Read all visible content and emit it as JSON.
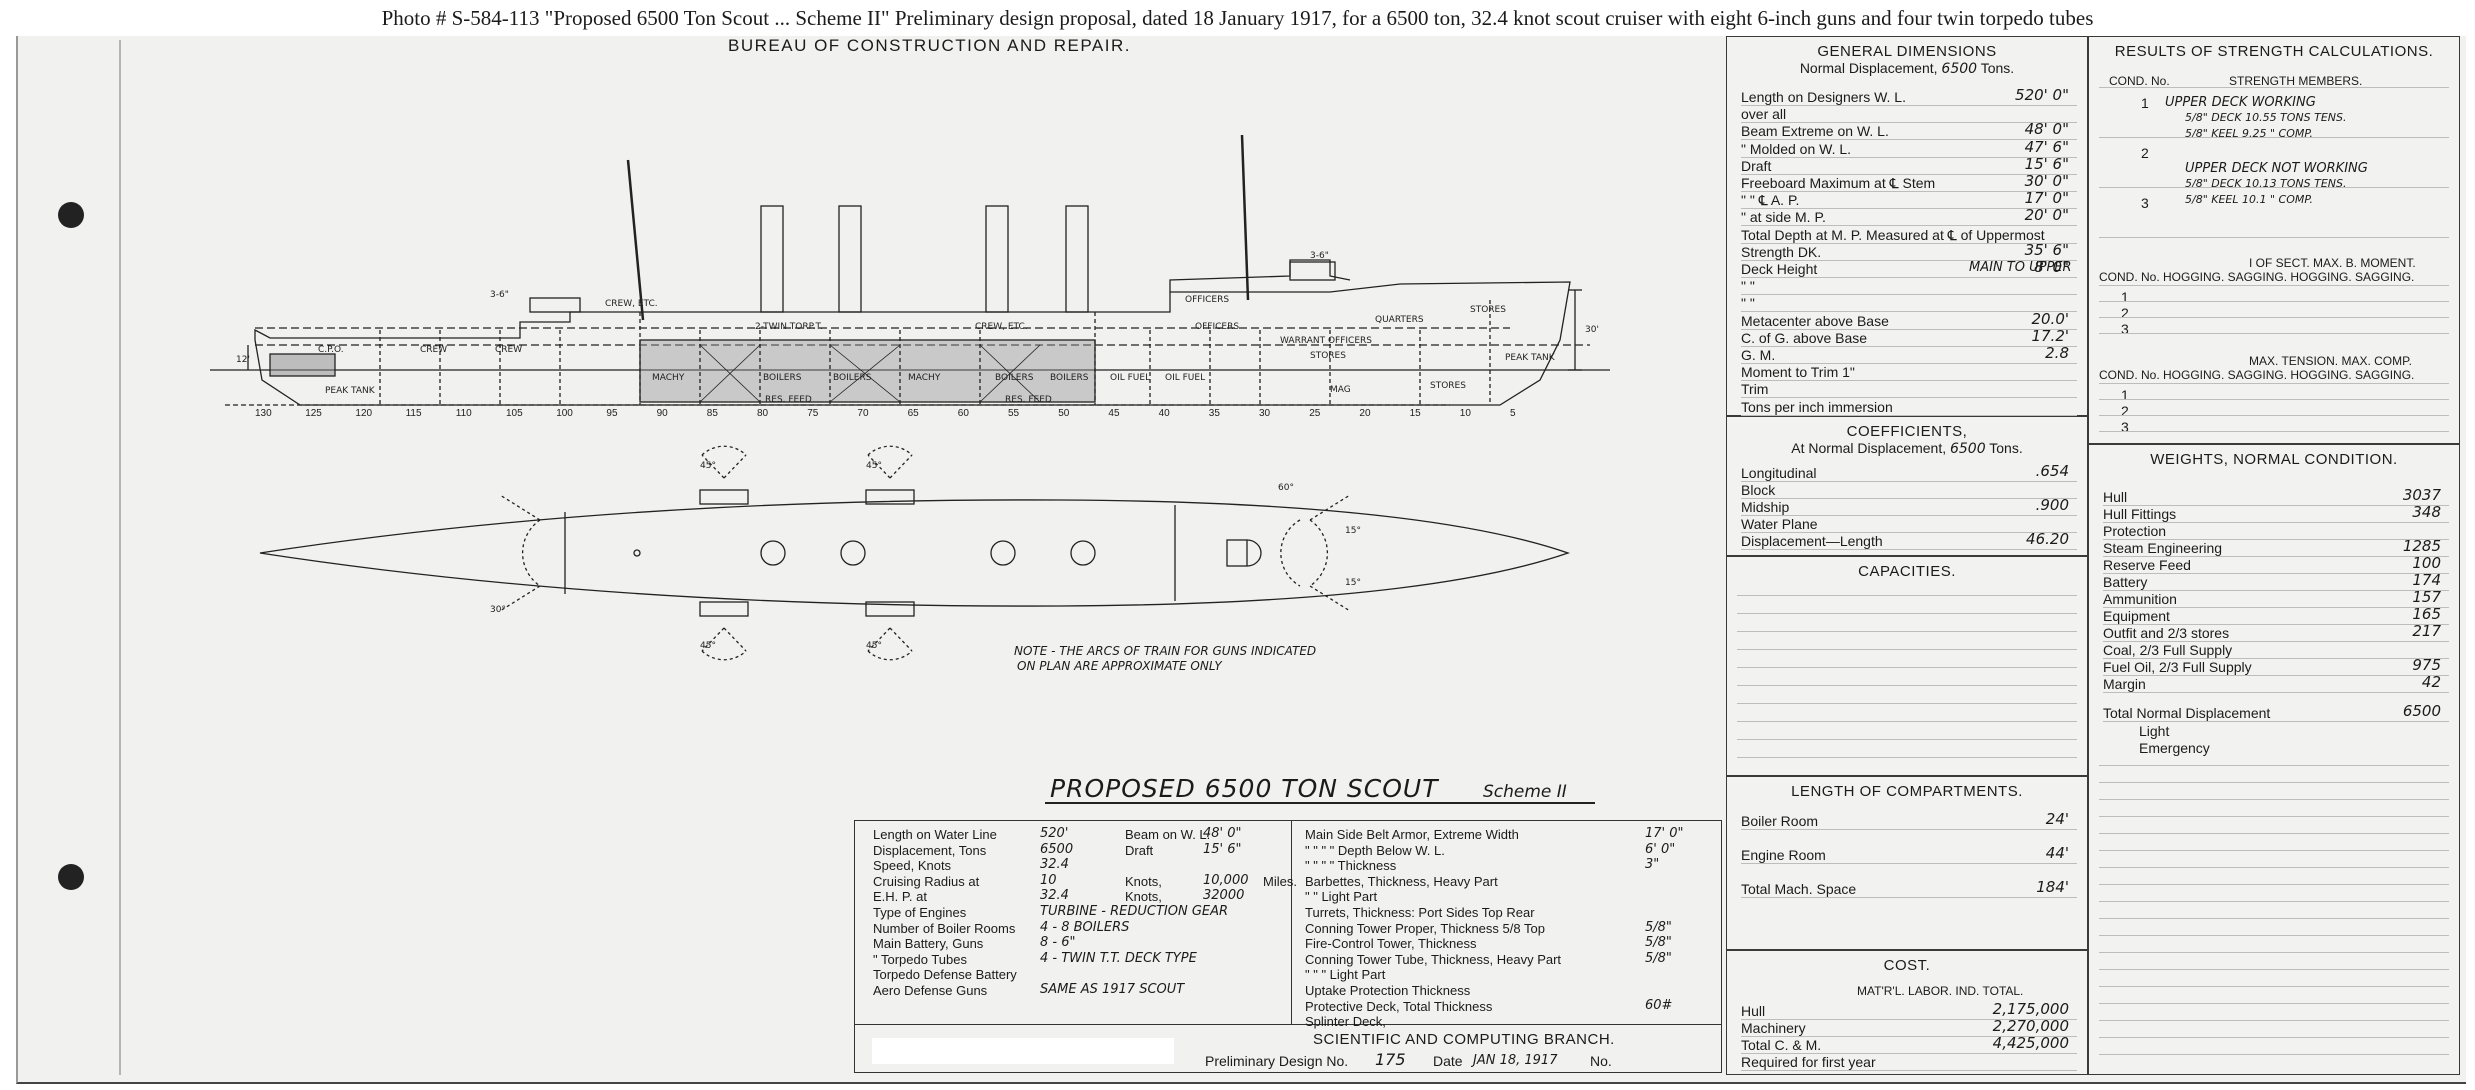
{
  "caption": "Photo #  S-584-113      \"Proposed 6500 Ton Scout ... Scheme II\"    Preliminary design proposal, dated 18 January 1917, for a 6500 ton, 32.4 knot scout cruiser with eight 6-inch guns and four twin torpedo tubes",
  "header": "BUREAU OF CONSTRUCTION AND REPAIR.",
  "drawing": {
    "title": "PROPOSED 6500 TON SCOUT",
    "scheme": "Scheme II",
    "note_line1": "NOTE - THE ARCS OF TRAIN FOR GUNS INDICATED",
    "note_line2": "ON PLAN ARE APPROXIMATE ONLY",
    "labels": {
      "crew_etc_1": "CREW, ETC.",
      "twin_torp": "2-TWIN TORP.T.",
      "crew_etc_2": "CREW, ETC.",
      "officers_1": "OFFICERS",
      "officers_2": "OFFICERS",
      "quarters": "QUARTERS",
      "warrant": "WARRANT OFFICERS",
      "stores_1": "STORES",
      "stores_2": "STORES",
      "stores_3": "STORES",
      "crew_1": "CREW",
      "crew_2": "CREW",
      "cpo": "C.P.O.",
      "peak_tank": "PEAK TANK",
      "fore_peak": "PEAK TANK",
      "machy_1": "MACHY",
      "boilers_1": "BOILERS",
      "boilers_2": "BOILERS",
      "machy_2": "MACHY",
      "boilers_3": "BOILERS",
      "boilers_4": "BOILERS",
      "oil_fuel_1": "OIL FUEL",
      "oil_fuel_2": "OIL FUEL",
      "reserve_feed_1": "RES. FEED",
      "reserve_feed_2": "RES. FEED",
      "mag": "MAG",
      "gun_1": "3-6\"",
      "gun_2": "3-6\"",
      "dim_30": "30'",
      "dim_12": "12'"
    },
    "frames": [
      "130",
      "125",
      "120",
      "115",
      "110",
      "105",
      "100",
      "95",
      "90",
      "85",
      "80",
      "75",
      "70",
      "65",
      "60",
      "55",
      "50",
      "45",
      "40",
      "35",
      "30",
      "25",
      "20",
      "15",
      "10",
      "5"
    ],
    "arc_labels": [
      "45°",
      "45°",
      "45°",
      "45°",
      "60°",
      "15°",
      "30°",
      "15°"
    ]
  },
  "general_dimensions": {
    "title": "GENERAL DIMENSIONS",
    "subtitle": "Normal Displacement,",
    "subtitle_value": "6500",
    "subtitle_unit": "Tons.",
    "rows": [
      {
        "label": "Length on Designers W. L.",
        "value": "520' 0\""
      },
      {
        "label": "      over all",
        "value": ""
      },
      {
        "label": "Beam Extreme on W. L.",
        "value": "48' 0\""
      },
      {
        "label": "   \"   Molded on W. L.",
        "value": "47' 6\""
      },
      {
        "label": "Draft",
        "value": "15' 6\""
      },
      {
        "label": "Freeboard Maximum at ℄ Stem",
        "value": "30' 0\""
      },
      {
        "label": "          \"          \"     ℄ A. P.",
        "value": "17' 0\""
      },
      {
        "label": "    \"      at side        M. P.",
        "value": "20' 0\""
      },
      {
        "label": "Total Depth at M. P. Measured at ℄ of Uppermost",
        "value": ""
      },
      {
        "label": "    Strength DK.",
        "value": "35' 6\""
      },
      {
        "label": "Deck Height",
        "value": "8' 0\"",
        "note": "MAIN TO UPPER"
      },
      {
        "label": "    \"       \"",
        "value": ""
      },
      {
        "label": "    \"       \"",
        "value": ""
      },
      {
        "label": "Metacenter above Base",
        "value": "20.0'"
      },
      {
        "label": "C. of G. above Base",
        "value": "17.2'"
      },
      {
        "label": "G. M.",
        "value": "2.8"
      },
      {
        "label": "Moment to Trim 1\"",
        "value": ""
      },
      {
        "label": "Trim",
        "value": ""
      },
      {
        "label": "Tons per inch immersion",
        "value": ""
      }
    ]
  },
  "coefficients": {
    "title": "COEFFICIENTS,",
    "subtitle": "At Normal Displacement,",
    "subtitle_value": "6500",
    "subtitle_unit": "Tons.",
    "rows": [
      {
        "label": "Longitudinal",
        "value": ".654"
      },
      {
        "label": "Block",
        "value": ""
      },
      {
        "label": "Midship",
        "value": ".900"
      },
      {
        "label": "Water Plane",
        "value": ""
      },
      {
        "label": "Displacement—Length",
        "value": "46.20"
      }
    ]
  },
  "capacities": {
    "title": "CAPACITIES."
  },
  "compartments": {
    "title": "LENGTH OF COMPARTMENTS.",
    "rows": [
      {
        "label": "Boiler Room",
        "value": "24'"
      },
      {
        "label": "Engine Room",
        "value": "44'"
      },
      {
        "label": "Total Mach. Space",
        "value": "184'"
      }
    ]
  },
  "cost": {
    "title": "COST.",
    "header": "MAT'R'L.  LABOR.  IND.  TOTAL.",
    "rows": [
      {
        "label": "Hull",
        "value": "2,175,000"
      },
      {
        "label": "Machinery",
        "value": "2,270,000"
      },
      {
        "label": "Total C. & M.",
        "value": "4,425,000"
      },
      {
        "label": "Required for first year",
        "value": ""
      }
    ]
  },
  "strength": {
    "title": "RESULTS OF STRENGTH CALCULATIONS.",
    "col1": "COND. No.",
    "col2": "STRENGTH MEMBERS.",
    "c1": "1",
    "c2": "2",
    "c3": "3",
    "line1": "UPPER DECK WORKING",
    "line2": "5/8\" DECK      10.55 TONS  TENS.",
    "line3": "5/8\" KEEL       9.25  \"    COMP.",
    "line4": "UPPER DECK NOT WORKING",
    "line5": "5/8\" DECK      10.13 TONS  TENS.",
    "line6": "5/8\" KEEL       10.1   \"   COMP.",
    "moment_header1": "I OF SECT.      MAX. B. MOMENT.",
    "moment_header2": "COND. No.  HOGGING.  SAGGING.  HOGGING.  SAGGING.",
    "tension_header1": "MAX. TENSION.      MAX. COMP.",
    "tension_header2": "COND. No.  HOGGING.  SAGGING.  HOGGING.  SAGGING."
  },
  "weights": {
    "title": "WEIGHTS, NORMAL CONDITION.",
    "rows": [
      {
        "label": "Hull",
        "value": "3037"
      },
      {
        "label": "Hull Fittings",
        "value": "348"
      },
      {
        "label": "Protection",
        "value": ""
      },
      {
        "label": "Steam Engineering",
        "value": "1285"
      },
      {
        "label": "Reserve Feed",
        "value": "100"
      },
      {
        "label": "Battery",
        "value": "174"
      },
      {
        "label": "Ammunition",
        "value": "157"
      },
      {
        "label": "Equipment",
        "value": "165"
      },
      {
        "label": "Outfit and 2/3 stores",
        "value": "217"
      },
      {
        "label": "Coal, 2/3 Full Supply",
        "value": ""
      },
      {
        "label": "Fuel Oil, 2/3 Full Supply",
        "value": "975"
      },
      {
        "label": "Margin",
        "value": "42"
      }
    ],
    "total_label": "Total Normal Displacement",
    "total_value": "6500",
    "light": "Light",
    "emergency": "Emergency"
  },
  "design_table": {
    "left": [
      {
        "label": "Length on Water Line",
        "value": "520'",
        "label2": "Beam on W. L.",
        "value2": "48' 0\""
      },
      {
        "label": "Displacement, Tons",
        "value": "6500",
        "label2": "Draft",
        "value2": "15' 6\""
      },
      {
        "label": "Speed, Knots",
        "value": "32.4"
      },
      {
        "label": "Cruising Radius at",
        "value": "10",
        "label2": "Knots,",
        "value2": "10,000",
        "label3": "Miles."
      },
      {
        "label": "E.H. P. at",
        "value": "32.4",
        "label2": "Knots,",
        "value2": "32000"
      },
      {
        "label": "Type of Engines",
        "value": "TURBINE - REDUCTION GEAR"
      },
      {
        "label": "Number of Boiler Rooms",
        "value": "4 - 8 BOILERS"
      },
      {
        "label": "Main Battery, Guns",
        "value": "8 - 6\""
      },
      {
        "label": "      \"     Torpedo Tubes",
        "value": "4 - TWIN T.T.  DECK TYPE"
      },
      {
        "label": "Torpedo Defense Battery",
        "value": ""
      },
      {
        "label": "Aero Defense Guns",
        "value": "SAME AS 1917 SCOUT"
      }
    ],
    "right": [
      {
        "label": "Main Side Belt Armor, Extreme Width",
        "value": "17' 0\""
      },
      {
        "label": "    \"     \"     \"     \"    Depth Below W. L.",
        "value": "6' 0\""
      },
      {
        "label": "    \"     \"     \"     \"    Thickness",
        "value": "3\""
      },
      {
        "label": "Barbettes, Thickness, Heavy Part",
        "value": ""
      },
      {
        "label": "         \"              \"        Light Part",
        "value": ""
      },
      {
        "label": "Turrets, Thickness: Port        Sides        Top        Rear",
        "value": ""
      },
      {
        "label": "Conning Tower Proper, Thickness  5/8    Top",
        "value": "5/8\""
      },
      {
        "label": "Fire-Control Tower, Thickness",
        "value": "5/8\""
      },
      {
        "label": "Conning Tower Tube, Thickness, Heavy Part",
        "value": "5/8\""
      },
      {
        "label": "        \"          \"        \"        Light Part",
        "value": ""
      },
      {
        "label": "Uptake Protection Thickness",
        "value": ""
      },
      {
        "label": "Protective Deck, Total Thickness",
        "value": "60#"
      },
      {
        "label": "Splinter Deck,",
        "value": ""
      }
    ],
    "branch": "SCIENTIFIC AND COMPUTING BRANCH.",
    "prelim_label": "Preliminary Design No.",
    "prelim_value": "175",
    "date_label": "Date",
    "date_value": "JAN 18, 1917",
    "no_label": "No."
  }
}
